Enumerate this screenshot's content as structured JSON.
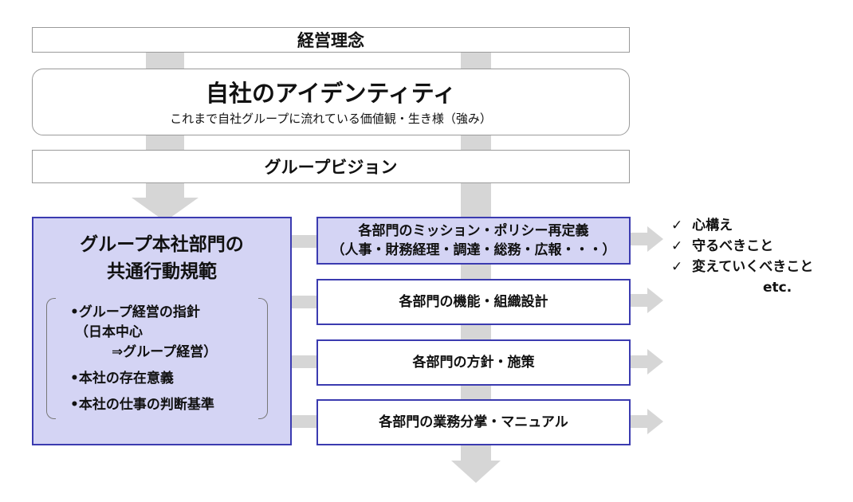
{
  "colors": {
    "box_fill": "#d4d4f4",
    "box_border": "#3b3bb0",
    "arrow": "#d6d6d6",
    "plain_border": "#9a9a9a"
  },
  "philosophy": {
    "label": "経営理念"
  },
  "identity": {
    "title": "自社のアイデンティティ",
    "subtitle": "これまで自社グループに流れている価値観・生き様（強み）"
  },
  "vision": {
    "label": "グループビジョン"
  },
  "left_box": {
    "title_lines": [
      "グループ本社部門の",
      "共通行動規範"
    ],
    "bullets": [
      {
        "lines": [
          "•グループ経営の指針",
          "（日本中心",
          "⇒グループ経営）"
        ]
      },
      {
        "lines": [
          "•本社の存在意義"
        ]
      },
      {
        "lines": [
          "•本社の仕事の判断基準"
        ]
      }
    ]
  },
  "departments": [
    {
      "lines": [
        "各部門のミッション・ポリシー再定義",
        "（人事・財務経理・調達・総務・広報・・・）"
      ]
    },
    {
      "lines": [
        "各部門の機能・組織設計"
      ]
    },
    {
      "lines": [
        "各部門の方針・施策"
      ]
    },
    {
      "lines": [
        "各部門の業務分掌・マニュアル"
      ]
    }
  ],
  "checklist": {
    "mark": "✓",
    "items": [
      "心構え",
      "守るべきこと",
      "変えていくべきこと"
    ],
    "etc": "etc."
  }
}
